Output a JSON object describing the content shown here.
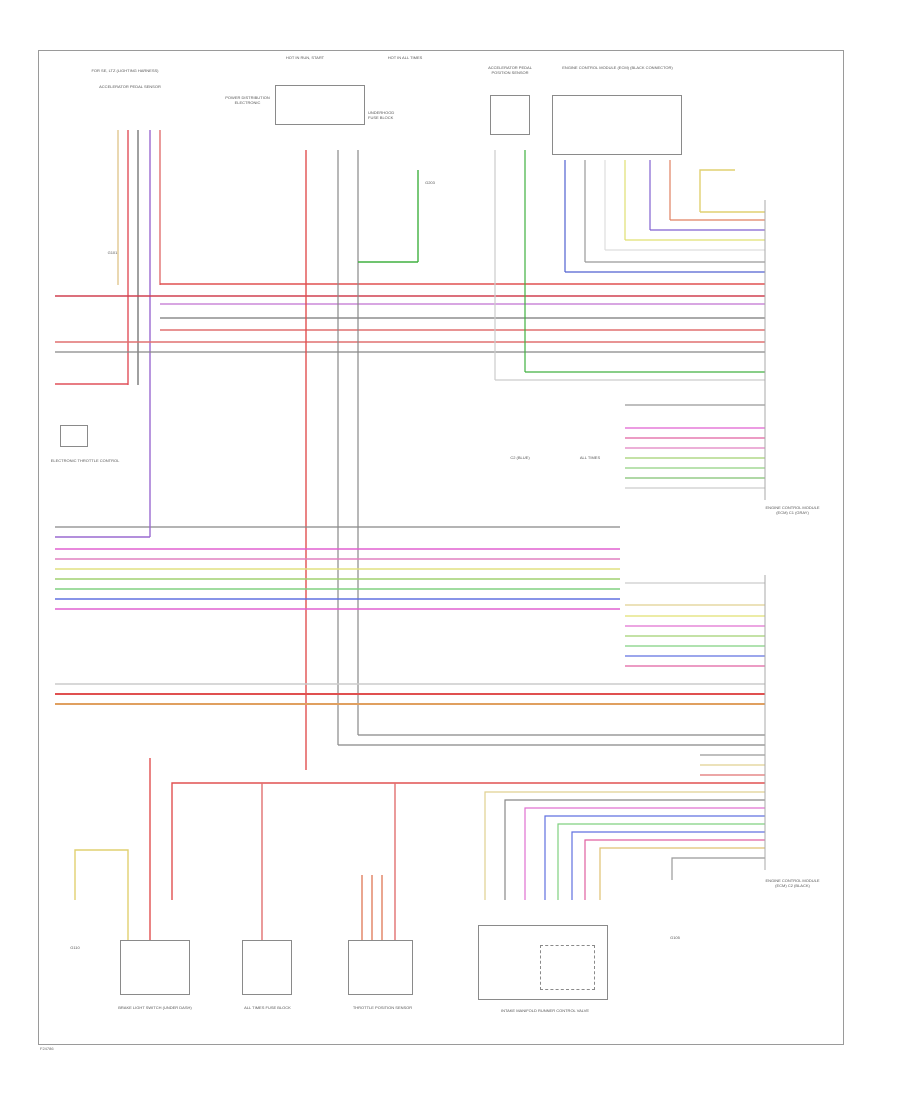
{
  "labels": {
    "top_left_module": "FOR SE, LTZ (LIGHTING HARNESS)",
    "top_left_sub": "ACCELERATOR PEDAL SENSOR",
    "hot_run_1": "HOT IN RUN, START",
    "hot_run_2": "HOT IN ALL TIMES",
    "relay_group": "POWER DISTRIBUTION ELECTRONIC",
    "fuse_block": "UNDERHOOD FUSE BLOCK",
    "pedal_position": "ACCELERATOR PEDAL POSITION SENSOR",
    "right_top_module": "ENGINE CONTROL MODULE (ECM) (BLACK CONNECTOR)",
    "g1": "G101",
    "g2": "G203",
    "left_block": "ELECTRONIC THROTTLE CONTROL",
    "mid_label": "ALL TIMES",
    "mid_sublabel": "C2 (BLUE)",
    "ecm_c1": "ENGINE CONTROL MODULE (ECM) C1 (GRAY)",
    "ecm_c2": "ENGINE CONTROL MODULE (ECM) C2 (BLACK)",
    "bottom_1": "BRAKE LIGHT SWITCH (UNDER DASH)",
    "bottom_2": "ALL TIMES FUSE BLOCK",
    "bottom_3": "THROTTLE POSITION SENSOR",
    "bottom_4": "INTAKE MANIFOLD RUNNER CONTROL VALVE",
    "bottom_g": "G110",
    "bottom_g2": "G105",
    "footer": "F24786"
  }
}
